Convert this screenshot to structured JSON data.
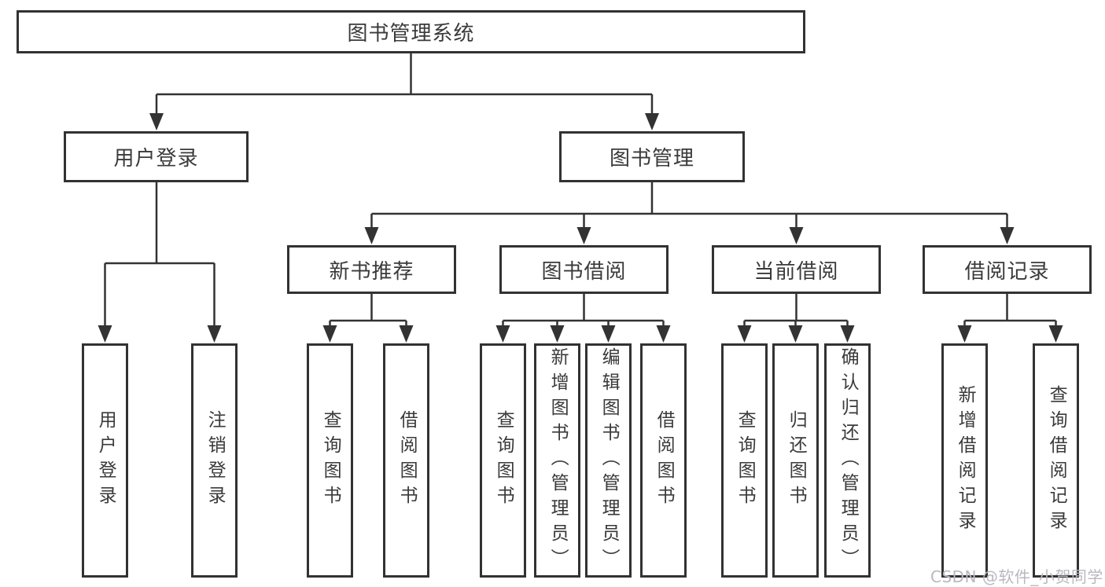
{
  "diagram": {
    "title": "图书管理系统",
    "root": {
      "label": "图书管理系统"
    },
    "level1": {
      "user_login": {
        "label": "用户登录"
      },
      "book_mgmt": {
        "label": "图书管理"
      }
    },
    "level2": {
      "new_book": {
        "label": "新书推荐"
      },
      "book_borrow": {
        "label": "图书借阅"
      },
      "current_borrow": {
        "label": "当前借阅"
      },
      "borrow_records": {
        "label": "借阅记录"
      }
    },
    "leaves": {
      "user_login": [
        "用户登录",
        "注销登录"
      ],
      "new_book": [
        "查询图书",
        "借阅图书"
      ],
      "book_borrow": [
        "查询图书",
        "新增图书（管理员）",
        "编辑图书（管理员）",
        "借阅图书"
      ],
      "current_borrow": [
        "查询图书",
        "归还图书",
        "确认归还（管理员）"
      ],
      "borrow_records": [
        "新增借阅记录",
        "查询借阅记录"
      ]
    }
  },
  "watermark": "CSDN @软件_小贺同学",
  "colors": {
    "line": "#333333",
    "border": "#323232",
    "text": "#3a3a3a",
    "background": "#ffffff",
    "watermark": "#b8b8c0"
  }
}
